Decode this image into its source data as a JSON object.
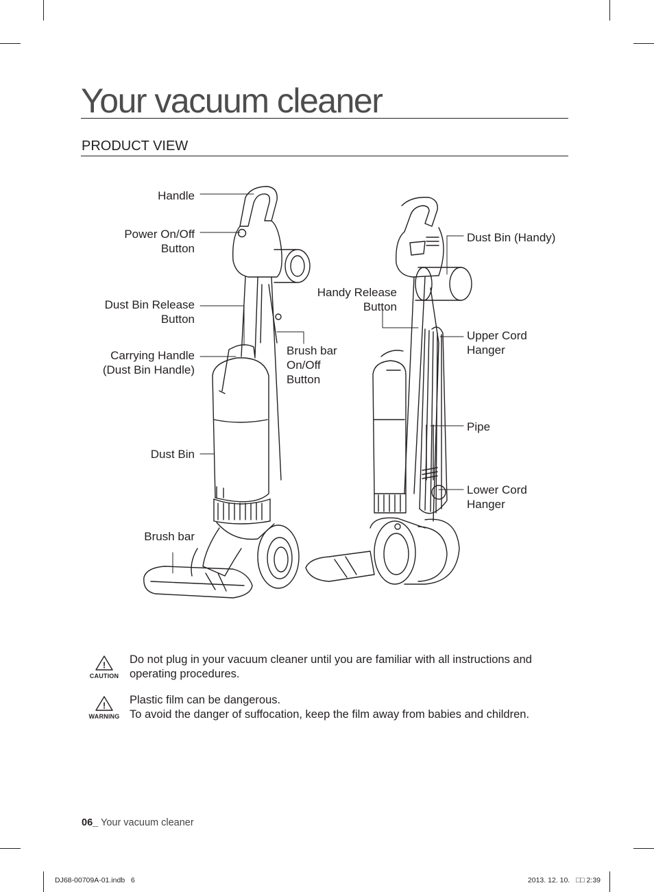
{
  "page": {
    "title": "Your vacuum cleaner",
    "section_title": "PRODUCT VIEW"
  },
  "callouts": {
    "handle": "Handle",
    "power_line1": "Power On/Off",
    "power_line2": "Button",
    "dust_release_line1": "Dust Bin Release",
    "dust_release_line2": "Button",
    "carrying_line1": "Carrying Handle",
    "carrying_line2": "(Dust Bin Handle)",
    "dust_bin": "Dust Bin",
    "brush_bar": "Brush bar",
    "brushbar_onoff_line1": "Brush bar",
    "brushbar_onoff_line2": "On/Off",
    "brushbar_onoff_line3": "Button",
    "handy_release_line1": "Handy Release",
    "handy_release_line2": "Button",
    "dust_bin_handy": "Dust Bin (Handy)",
    "upper_cord_line1": "Upper Cord",
    "upper_cord_line2": "Hanger",
    "pipe": "Pipe",
    "lower_cord_line1": "Lower Cord",
    "lower_cord_line2": "Hanger"
  },
  "notices": {
    "caution_word": "CAUTION",
    "caution_line1": "Do not plug in your vacuum cleaner until you are familiar with all instructions and",
    "caution_line2": "operating procedures.",
    "warning_word": "WARNING",
    "warning_line1": "Plastic film can be dangerous.",
    "warning_line2": "To avoid the danger of suffocation, keep the film away from babies and children."
  },
  "footer": {
    "page_number": "06_",
    "section": "Your vacuum cleaner"
  },
  "slug": {
    "file": "DJ68-00709A-01.indb   6",
    "date": "2013. 12. 10.   □□ 2:39"
  }
}
